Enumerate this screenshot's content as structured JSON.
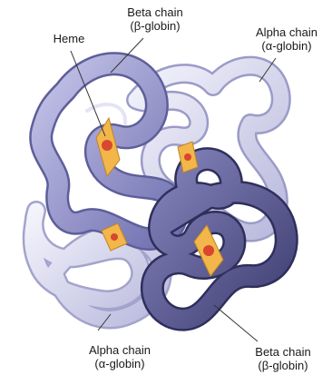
{
  "labels": {
    "heme": "Heme",
    "beta_top": [
      "Beta chain",
      "(β-globin)"
    ],
    "alpha_top": [
      "Alpha chain",
      "(α-globin)"
    ],
    "alpha_bottom": [
      "Alpha chain",
      "(α-globin)"
    ],
    "beta_bottom": [
      "Beta chain",
      "(β-globin)"
    ]
  },
  "colors": {
    "beta_light": "#8f8fc9",
    "beta_dark": "#56568f",
    "alpha_light": "#dcdcf0",
    "heme_plate": "#f2b64a",
    "heme_core": "#d8472e"
  }
}
